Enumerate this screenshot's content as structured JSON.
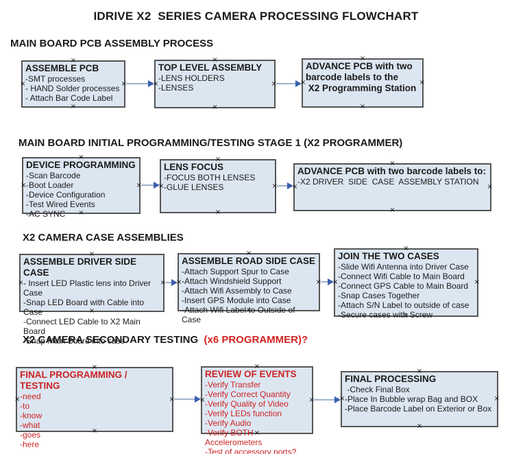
{
  "title": "IDRIVE X2  SERIES CAMERA PROCESSING FLOWCHART",
  "colors": {
    "text": "#1a1a1a",
    "box_fill": "#dce6f1",
    "box_border": "#555555",
    "arrow_line": "#9db3cd",
    "arrow_head": "#3a5fad",
    "red_text": "#cc2222",
    "heading_red": "#d32222"
  },
  "sections": [
    {
      "heading": "MAIN BOARD PCB ASSEMBLY PROCESS",
      "boxes": [
        {
          "title": "ASSEMBLE PCB",
          "items": [
            "-SMT processes",
            "- HAND Solder processes",
            "- Attach Bar Code Label"
          ]
        },
        {
          "title": "TOP LEVEL ASSEMBLY",
          "items": [
            "-LENS HOLDERS",
            "-LENSES"
          ]
        },
        {
          "title": "ADVANCE PCB with two\nbarcode labels to the\n X2 Programming Station",
          "items": []
        }
      ]
    },
    {
      "heading": "MAIN BOARD INITIAL PROGRAMMING/TESTING STAGE 1 (X2 PROGRAMMER)",
      "boxes": [
        {
          "title": "DEVICE PROGRAMMING",
          "items": [
            "-Scan Barcode",
            "-Boot Loader",
            "-Device Configuration",
            "-Test Wired Events",
            "-AC SYNC"
          ]
        },
        {
          "title": "LENS FOCUS",
          "items": [
            "-FOCUS BOTH LENSES",
            "-GLUE LENSES"
          ]
        },
        {
          "title": "ADVANCE PCB with two barcode labels to:",
          "items": [
            "-X2 DRIVER  SIDE  CASE  ASSEMBLY STATION"
          ]
        }
      ]
    },
    {
      "heading": "X2 CAMERA CASE ASSEMBLIES",
      "boxes": [
        {
          "title": "ASSEMBLE DRIVER SIDE CASE",
          "items": [
            "- Insert LED Plastic lens into Driver Case",
            "-Snap LED Board with Cable into Case",
            "-Connect LED Cable to X2 Main Board",
            "-Snap Main Board into case"
          ]
        },
        {
          "title": "ASSEMBLE ROAD SIDE CASE",
          "items": [
            "-Attach Support Spur to Case",
            "-Attach Windshield Support",
            "-Attach Wifi Assembly to Case",
            "-Insert GPS Module into Case",
            "-Attach Wifi Label to Outside of Case"
          ]
        },
        {
          "title": "JOIN THE TWO CASES",
          "items": [
            "-Slide Wifi Antenna into Driver Case",
            "-Connect Wifi Cable to Main Board",
            "-Connect GPS Cable to Main Board",
            "-Snap Cases Together",
            "-Attach S/N Label to outside of case",
            "-Secure cases with Screw"
          ]
        }
      ]
    },
    {
      "heading": "X2 CAMERA SECONDARY TESTING",
      "heading_suffix": "  (x6 PROGRAMMER)?",
      "boxes": [
        {
          "title": "FINAL PROGRAMMING / TESTING",
          "red": true,
          "items": [
            "-need",
            "-to",
            "-know",
            "-what",
            "-goes",
            "-here"
          ]
        },
        {
          "title": "REVIEW OF EVENTS",
          "red": true,
          "items": [
            "-Verify Transfer",
            "-Verify Correct Quantity",
            "-Verify Quality of Video",
            "-Verify LEDs function",
            "-Verify Audio",
            "-Verify BOTH Accelerometers",
            "-Test of accessory ports?"
          ]
        },
        {
          "title": "FINAL PROCESSING",
          "items": [
            " -Check Final Box",
            "-Place In Bubble wrap Bag and BOX",
            "-Place Barcode Label on Exterior or Box"
          ]
        }
      ]
    }
  ],
  "connection_mark": "×"
}
